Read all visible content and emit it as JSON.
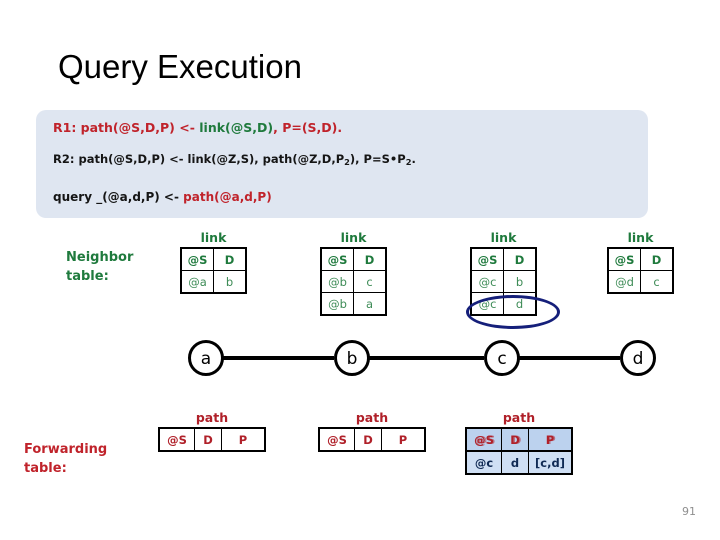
{
  "slide": {
    "title": "Query Execution",
    "page_number": "91",
    "accents": {
      "rule_red": "#c0232b",
      "rule_green": "#1f7a3d",
      "box_bg": "#dfe6f1",
      "highlight_blue": "#bcd2ee",
      "ellipse_blue": "#151f7a",
      "page_number_gray": "#8f8f8f"
    }
  },
  "rules": {
    "r1": {
      "prefix": "R1: path(@S,D,P) <- ",
      "green": "link(@S,D)",
      "suffix": ", P=(S,D)."
    },
    "r2": {
      "text_a": "R2: path(@S,D,P) <- link(@Z,S), path(@Z,D,P",
      "sub_a": "2",
      "text_b": "), P=S",
      "dot": "•",
      "text_c": "P",
      "sub_b": "2",
      "text_d": "."
    },
    "query": {
      "prefix": "query _(@a,d,P) <- ",
      "red": "path(@a,d,P)"
    }
  },
  "labels": {
    "neighbor": "Neighbor\ntable:",
    "neighbor_line1": "Neighbor",
    "neighbor_line2": "table:",
    "forwarding_line1": "Forwarding",
    "forwarding_line2": "table:"
  },
  "link_tables": [
    {
      "node": "a",
      "caption": "link",
      "headers": [
        "@S",
        "D"
      ],
      "rows": [
        [
          "@a",
          "b"
        ]
      ]
    },
    {
      "node": "b",
      "caption": "link",
      "headers": [
        "@S",
        "D"
      ],
      "rows": [
        [
          "@b",
          "c"
        ],
        [
          "@b",
          "a"
        ]
      ]
    },
    {
      "node": "c",
      "caption": "link",
      "headers": [
        "@S",
        "D"
      ],
      "rows": [
        [
          "@c",
          "b"
        ],
        [
          "@c",
          "d"
        ]
      ],
      "circled_row_index": 1
    },
    {
      "node": "d",
      "caption": "link",
      "headers": [
        "@S",
        "D"
      ],
      "rows": [
        [
          "@d",
          "c"
        ]
      ]
    }
  ],
  "path_tables": [
    {
      "node": "a",
      "caption": "path",
      "headers": [
        "@S",
        "D",
        "P"
      ],
      "rows": [],
      "highlighted": false
    },
    {
      "node": "b",
      "caption": "path",
      "headers": [
        "@S",
        "D",
        "P"
      ],
      "rows": [],
      "highlighted": false
    },
    {
      "node": "c",
      "caption": "path",
      "headers": [
        "@S",
        "D",
        "P"
      ],
      "rows": [
        [
          "@c",
          "d",
          "[c,d]"
        ]
      ],
      "highlighted": true
    }
  ],
  "graph": {
    "nodes": [
      "a",
      "b",
      "c",
      "d"
    ],
    "edges": [
      [
        "a",
        "b"
      ],
      [
        "b",
        "c"
      ],
      [
        "c",
        "d"
      ]
    ]
  }
}
